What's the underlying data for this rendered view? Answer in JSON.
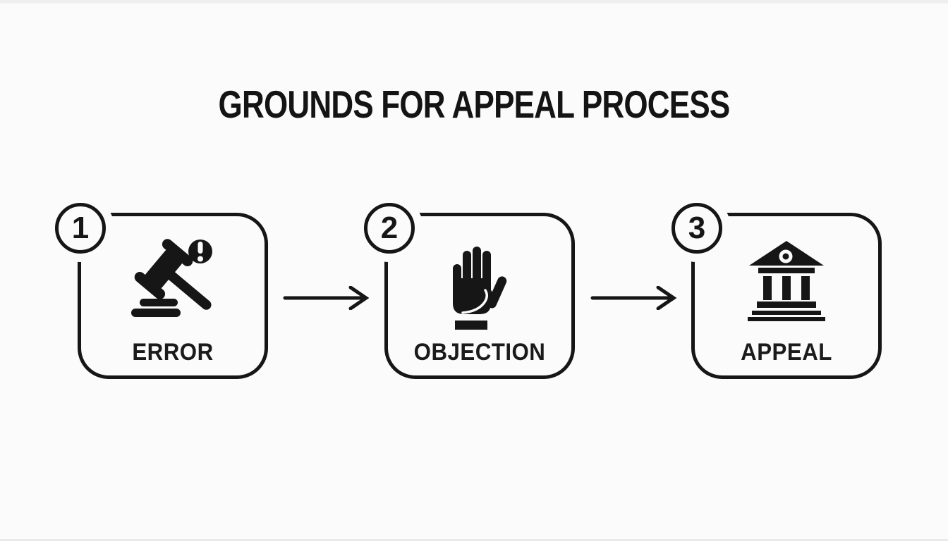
{
  "title": "GROUNDS FOR APPEAL PROCESS",
  "steps": [
    {
      "number": "1",
      "label": "ERROR",
      "icon": "gavel-alert-icon"
    },
    {
      "number": "2",
      "label": "OBJECTION",
      "icon": "raised-hand-icon"
    },
    {
      "number": "3",
      "label": "APPEAL",
      "icon": "courthouse-icon"
    }
  ],
  "flow": {
    "arrow_count": 2,
    "direction": "left-to-right"
  },
  "colors": {
    "ink": "#161616",
    "background": "#fbfbfb"
  }
}
